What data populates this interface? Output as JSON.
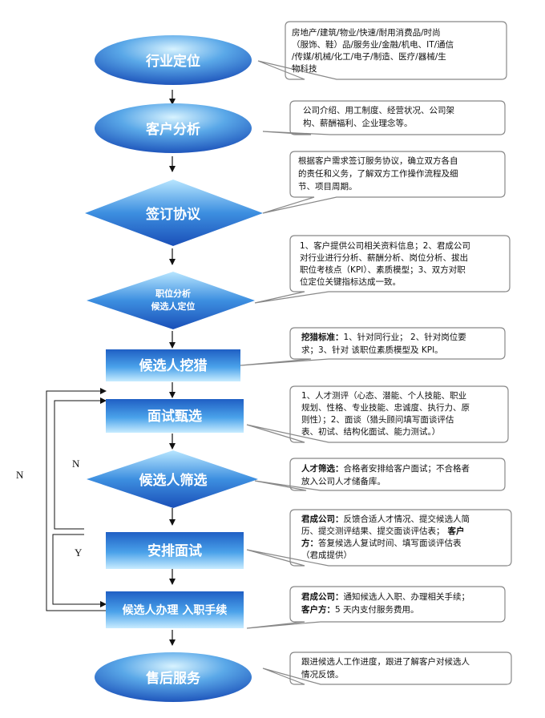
{
  "steps": [
    {
      "id": "industry",
      "label": "行业定位"
    },
    {
      "id": "client-analysis",
      "label": "客户分析"
    },
    {
      "id": "sign-agreement",
      "label": "签订协议"
    },
    {
      "id": "position-analysis",
      "label": "职位分析",
      "label2": "候选人定位"
    },
    {
      "id": "headhunting",
      "label": "候选人挖猎"
    },
    {
      "id": "interview",
      "label": "面试甄选"
    },
    {
      "id": "screening",
      "label": "候选人筛选"
    },
    {
      "id": "arrange-interview",
      "label": "安排面试"
    },
    {
      "id": "onboarding",
      "label": "候选人办理 入职手续"
    },
    {
      "id": "after-sales",
      "label": "售后服务"
    }
  ],
  "notes": {
    "industry": [
      "房地产/建筑/物业/快速/耐用消费品/时尚",
      "（服饰、鞋）品/服务业/金融/机电、IT/通信",
      "/传媒/机械/化工/电子/制造、医疗/器械/生",
      "物科技"
    ],
    "client_analysis": [
      "公司介绍、用工制度、经营状况、公司架",
      "构、薪酬福利、企业理念等。"
    ],
    "sign_agreement": [
      "根据客户需求签订服务协议，确立双方各自",
      "的责任和义务，了解双方工作操作流程及细",
      "节、项目周期。"
    ],
    "position_analysis": [
      "1、客户提供公司相关资料信息；2、君成公司",
      "对行业进行分析、薪酬分析、岗位分析、拔出",
      "职位考核点（KPI）、素质模型；3、双方对职",
      "位定位关键指标达成一致。"
    ],
    "headhunting": {
      "bold": "挖猎标准：",
      "lines": [
        "1、针对同行业； 2、针对岗位要",
        "求；3、针对 该职位素质模型及 KPI。"
      ]
    },
    "interview": [
      "1、人才测评（心态、潜能、个人技能、职业",
      "规划、性格、专业技能、忠诚度、执行力、原",
      "则性）；2、面谈（猎头顾问填写面谈评估",
      "表、初试、结构化面试、能力测试。）"
    ],
    "screening": {
      "bold": "人才筛选：",
      "lines": [
        "合格者安排给客户面试；不合格者",
        "放入公司人才储备库。"
      ]
    },
    "arrange_interview": {
      "bold1": "君成公司：",
      "line1": "反馈合适人才情况、提交候选人简",
      "line2a": "历、提交测评结果、提交面谈评估表；",
      "bold2": "客户",
      "bold3": "方：",
      "line3": "答复候选人复试时间、填写面谈评估表",
      "line4": "（君成提供）"
    },
    "onboarding": {
      "bold1": "君成公司：",
      "line1": "通知候选人入职、办理相关手续；",
      "bold2": "客户方：",
      "line2": "5 天内支付服务费用。"
    },
    "after_sales": [
      "跟进候选人工作进度，跟进了解客户对候选人",
      "情况反馈。"
    ]
  },
  "loop_labels": {
    "outer": "N",
    "inner_n": "N",
    "inner_y": "Y"
  },
  "colors": {
    "shape_dark": "#1a4fb8",
    "shape_light": "#c8ecff",
    "bubble_border": "#888888",
    "text": "#111111"
  }
}
